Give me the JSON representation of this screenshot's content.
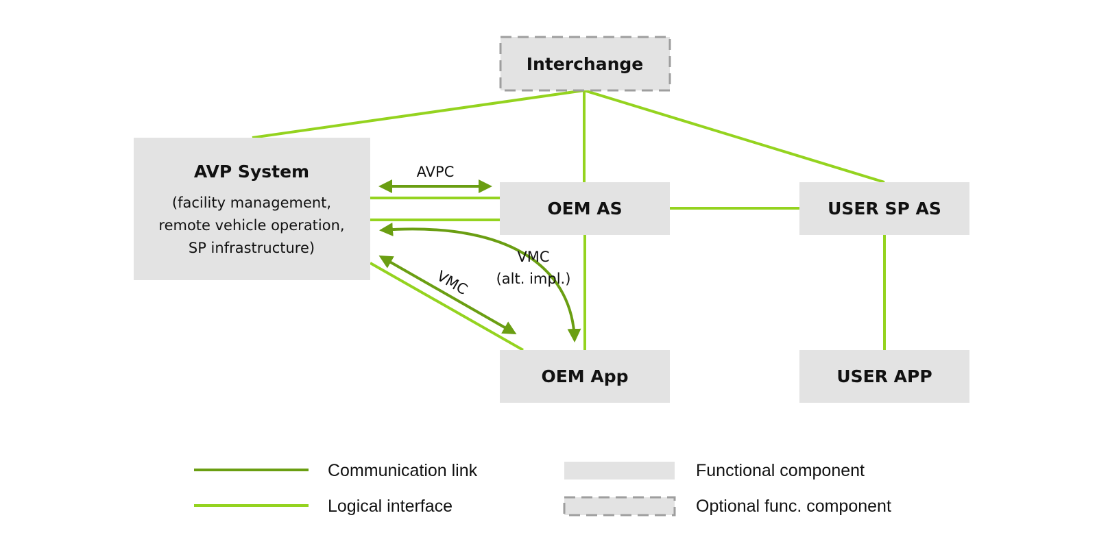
{
  "colors": {
    "communication_link": "#6a9e12",
    "logical_interface": "#94d31f",
    "component_fill": "#e3e3e3",
    "optional_border": "#9e9e9e",
    "text": "#111111"
  },
  "components": {
    "interchange": {
      "title": "Interchange",
      "optional": true
    },
    "avp_system": {
      "title": "AVP System",
      "lines": [
        "(facility management,",
        "remote vehicle operation,",
        "SP infrastructure)"
      ]
    },
    "oem_as": {
      "title": "OEM AS"
    },
    "user_sp_as": {
      "title": "USER SP AS"
    },
    "oem_app": {
      "title": "OEM App"
    },
    "user_app": {
      "title": "USER APP"
    }
  },
  "links": {
    "avpc": "AVPC",
    "vmc": "VMC",
    "vmc_alt_line1": "VMC",
    "vmc_alt_line2": "(alt. impl.)"
  },
  "legend": {
    "communication_link": "Communication link",
    "logical_interface": "Logical interface",
    "functional_component": "Functional component",
    "optional_component": "Optional func. component"
  }
}
